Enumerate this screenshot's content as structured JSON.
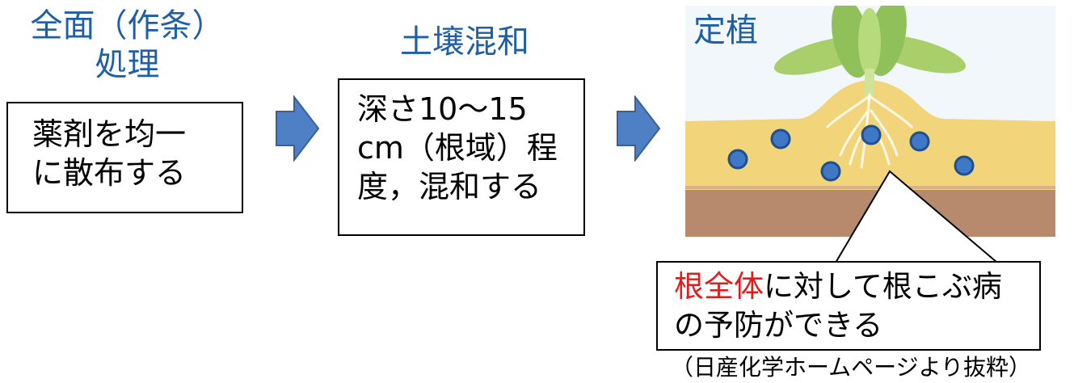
{
  "steps": [
    {
      "title_lines": [
        "全面（作条）",
        "処理"
      ],
      "body_lines": [
        "薬剤を均一",
        "に散布する"
      ]
    },
    {
      "title_lines": [
        "土壌混和"
      ],
      "body_lines": [
        "深さ10〜15",
        "cm（根域）程",
        "度，混和する"
      ]
    },
    {
      "title_lines": [
        "定植"
      ]
    }
  ],
  "callout": {
    "line1_highlight": "根全体",
    "line1_rest": "に対して根こぶ病",
    "line2": "の予防ができる"
  },
  "source_note": "（日産化学ホームページより抜粋）",
  "colors": {
    "heading": "#1f5fa6",
    "arrow": "#4f7fc4",
    "highlight": "#e31b1b",
    "granule": "#3f78c4",
    "soil": "#f2d57a",
    "subsoil": "#b88a6d",
    "sky": "#f2f7fb"
  }
}
